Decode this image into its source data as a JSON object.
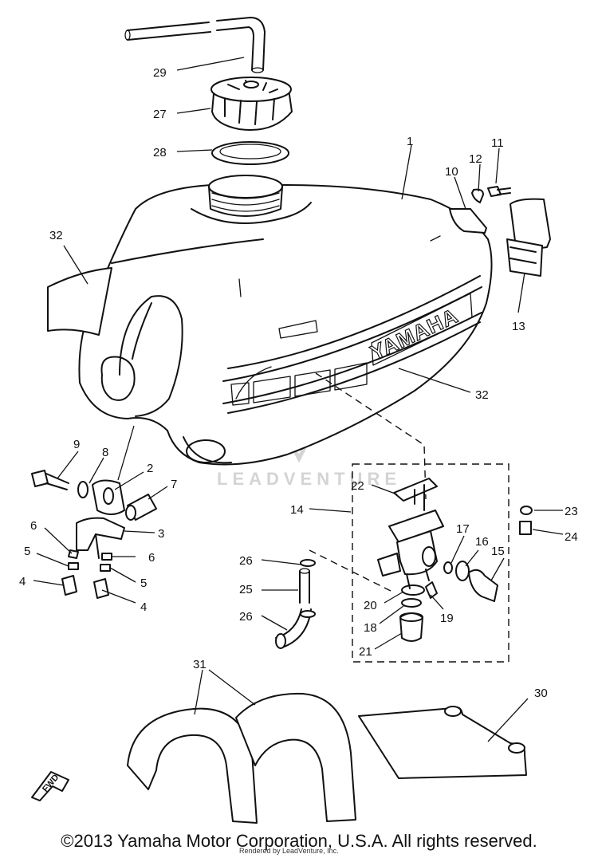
{
  "brand_text": "YAMAHA",
  "watermark": "LEADVENTURE",
  "fwd_label": "FWD",
  "copyright": "©2013 Yamaha Motor Corporation, U.S.A. All rights reserved.",
  "rendered_by": "Rendered by LeadVenture, Inc.",
  "callouts": [
    "1",
    "2",
    "3",
    "4",
    "4",
    "5",
    "5",
    "6",
    "6",
    "7",
    "8",
    "9",
    "10",
    "11",
    "12",
    "13",
    "14",
    "15",
    "16",
    "17",
    "18",
    "19",
    "20",
    "21",
    "22",
    "23",
    "24",
    "25",
    "26",
    "26",
    "27",
    "28",
    "29",
    "30",
    "31",
    "32",
    "32"
  ]
}
